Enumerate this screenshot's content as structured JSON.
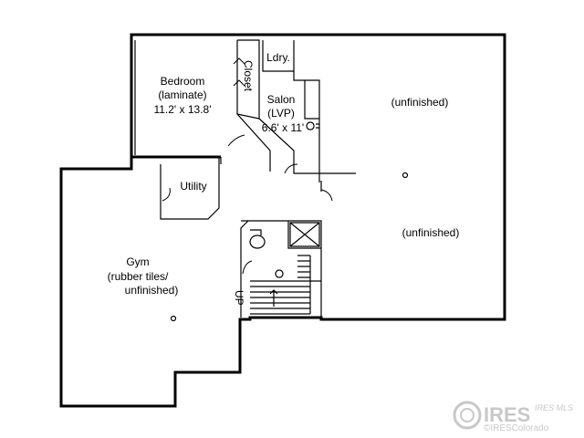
{
  "rooms": {
    "bedroom": {
      "name": "Bedroom",
      "floor": "(laminate)",
      "size": "11.2' x 13.8'"
    },
    "closet": {
      "name": "Closet"
    },
    "laundry": {
      "name": "Ldry."
    },
    "salon": {
      "name": "Salon",
      "floor": "(LVP)",
      "size": "6.6' x 11'"
    },
    "unfinished_north": {
      "name": "(unfinished)"
    },
    "unfinished_south": {
      "name": "(unfinished)"
    },
    "utility": {
      "name": "Utility"
    },
    "gym": {
      "name": "Gym",
      "floor_line1": "(rubber tiles/",
      "floor_line2": "unfinished)"
    }
  },
  "stairs": {
    "label": "UP"
  },
  "watermark": {
    "brand": "IRES",
    "sub": "©IRESColorado",
    "tiny": "IRES MLS"
  }
}
